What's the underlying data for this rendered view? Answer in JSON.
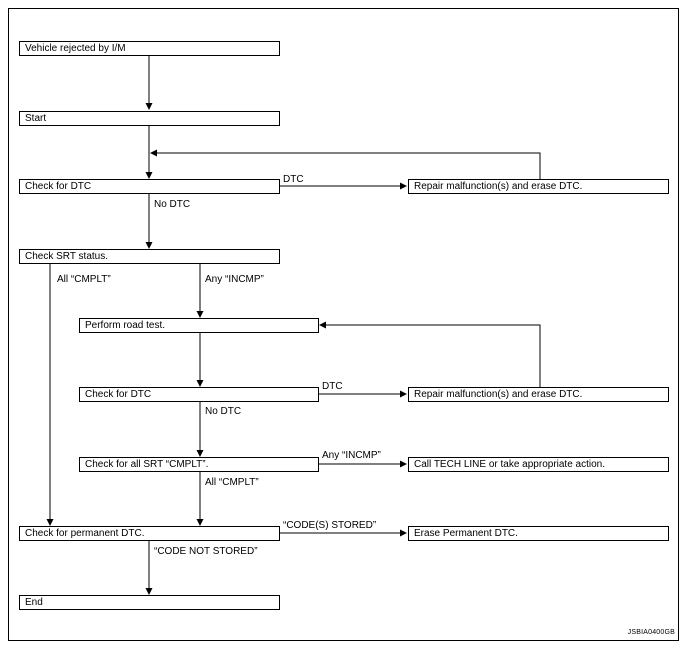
{
  "boxes": {
    "vehicle_rejected": "Vehicle rejected by I/M",
    "start": "Start",
    "check_dtc_1": "Check for DTC",
    "repair_1": "Repair malfunction(s) and erase DTC.",
    "check_srt": "Check SRT status.",
    "road_test": "Perform road test.",
    "check_dtc_2": "Check for DTC",
    "repair_2": "Repair malfunction(s) and erase DTC.",
    "check_all_srt": "Check for all SRT “CMPLT”.",
    "call_tech": "Call TECH LINE or take appropriate action.",
    "check_permanent": "Check for permanent DTC.",
    "erase_permanent": "Erase Permanent DTC.",
    "end": "End"
  },
  "labels": {
    "dtc_1": "DTC",
    "no_dtc_1": "No DTC",
    "all_cmplt_1": "All “CMPLT”",
    "any_incmp_1": "Any “INCMP”",
    "dtc_2": "DTC",
    "no_dtc_2": "No DTC",
    "any_incmp_2": "Any “INCMP”",
    "all_cmplt_2": "All “CMPLT”",
    "codes_stored": "“CODE(S) STORED”",
    "code_not_stored": "“CODE NOT STORED”"
  },
  "reference": "JSBIA0400GB"
}
